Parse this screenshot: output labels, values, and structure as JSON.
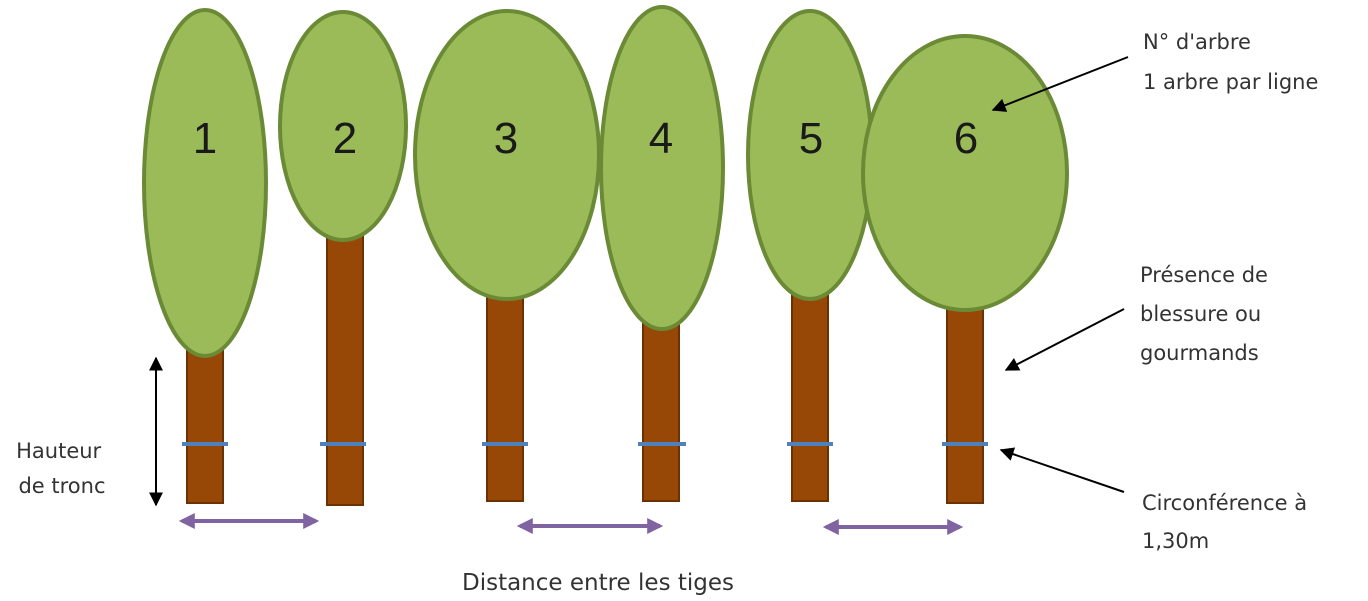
{
  "colors": {
    "canopy_fill": "#9bbb59",
    "canopy_stroke": "#6a8a35",
    "trunk_fill": "#974806",
    "trunk_stroke": "#6b3200",
    "girth_band": "#4f81bd",
    "distance_arrow": "#8064a2",
    "pointer": "#000000"
  },
  "trees": [
    {
      "number": "1"
    },
    {
      "number": "2"
    },
    {
      "number": "3"
    },
    {
      "number": "4"
    },
    {
      "number": "5"
    },
    {
      "number": "6"
    }
  ],
  "labels": {
    "tree_number": [
      "N° d'arbre",
      "1 arbre par ligne"
    ],
    "wound": [
      "Présence de",
      "blessure ou",
      "gourmands"
    ],
    "circumference": [
      "Circonférence à",
      "1,30m"
    ],
    "trunk_height": [
      "Hauteur",
      "de tronc"
    ],
    "distance": "Distance entre les tiges"
  }
}
